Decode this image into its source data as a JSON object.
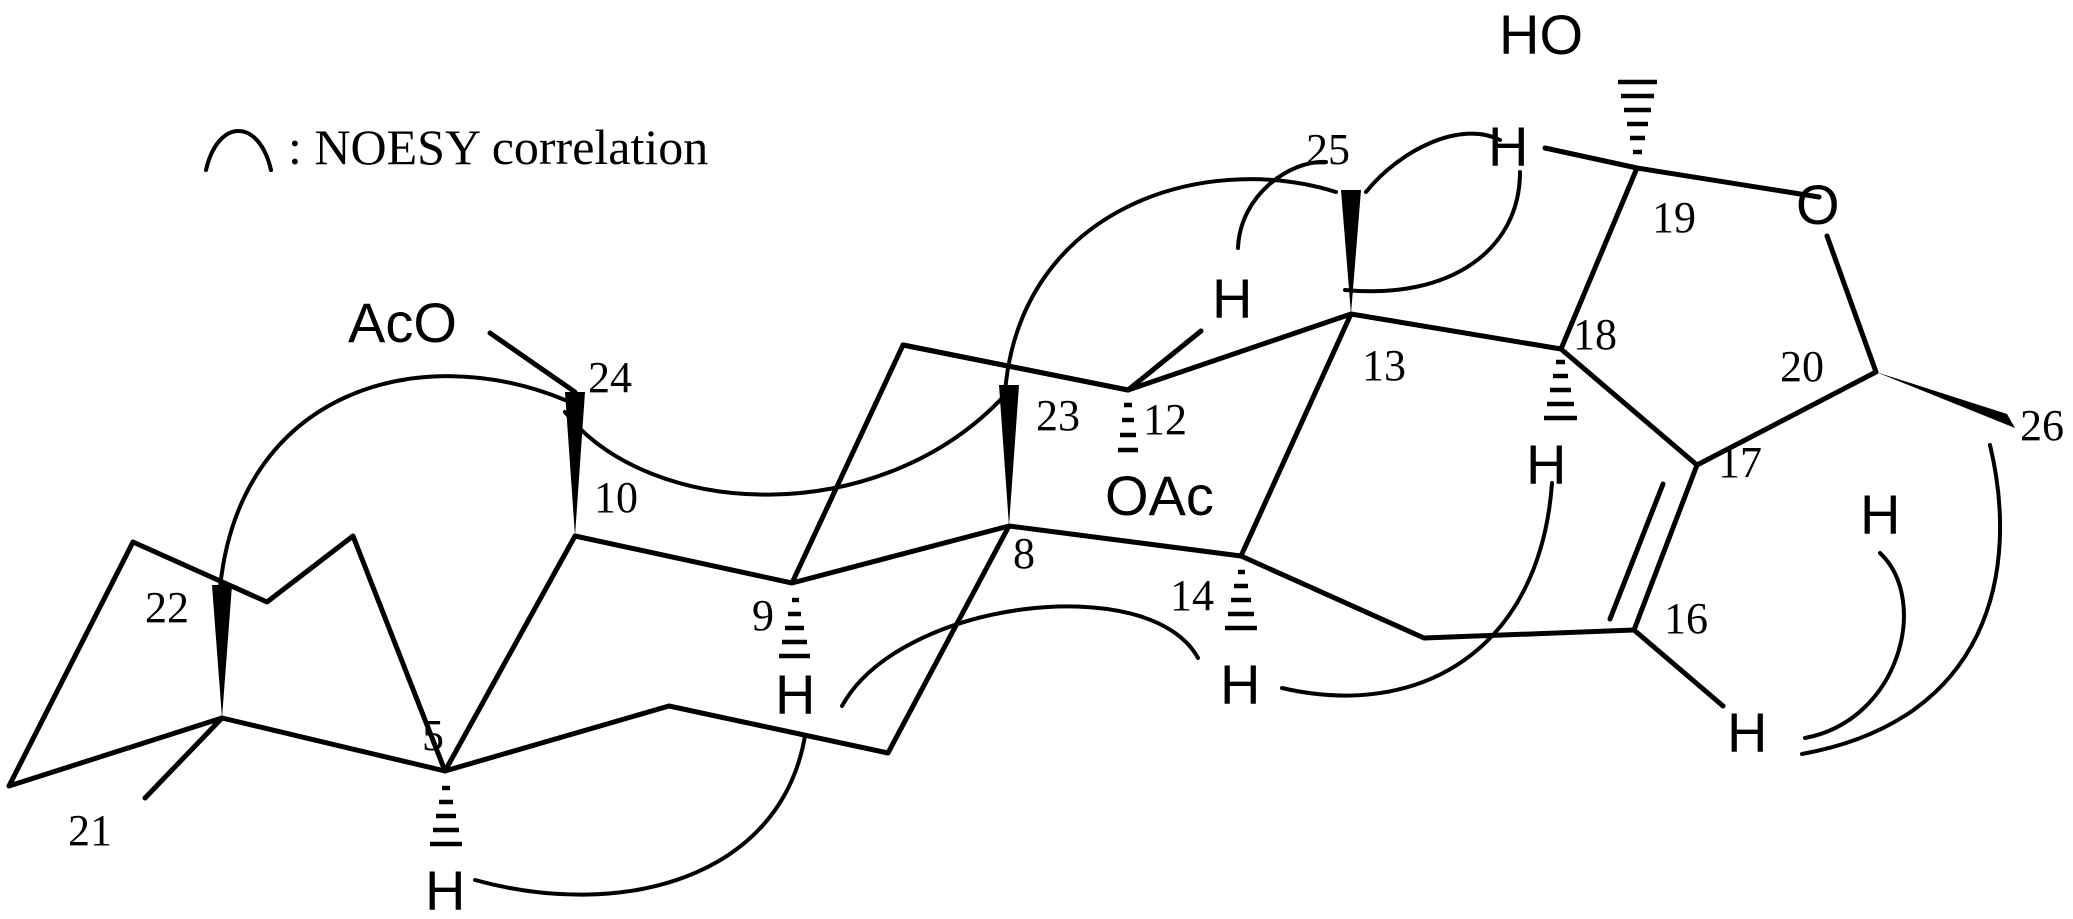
{
  "legend": {
    "text": ": NOESY correlation"
  },
  "atoms": {
    "ho": "HO",
    "o_ring": "O",
    "aco": "AcO",
    "oac": "OAc",
    "h19": "H",
    "h25": "H",
    "h18": "H",
    "h9": "H",
    "h14": "H",
    "h5": "H",
    "h20": "H",
    "h16": "H"
  },
  "numbers": {
    "n5": "5",
    "n8": "8",
    "n9": "9",
    "n10": "10",
    "n12": "12",
    "n13": "13",
    "n14": "14",
    "n16": "16",
    "n17": "17",
    "n18": "18",
    "n19": "19",
    "n20": "20",
    "n21": "21",
    "n22": "22",
    "n23": "23",
    "n24": "24",
    "n25": "25",
    "n26": "26"
  }
}
